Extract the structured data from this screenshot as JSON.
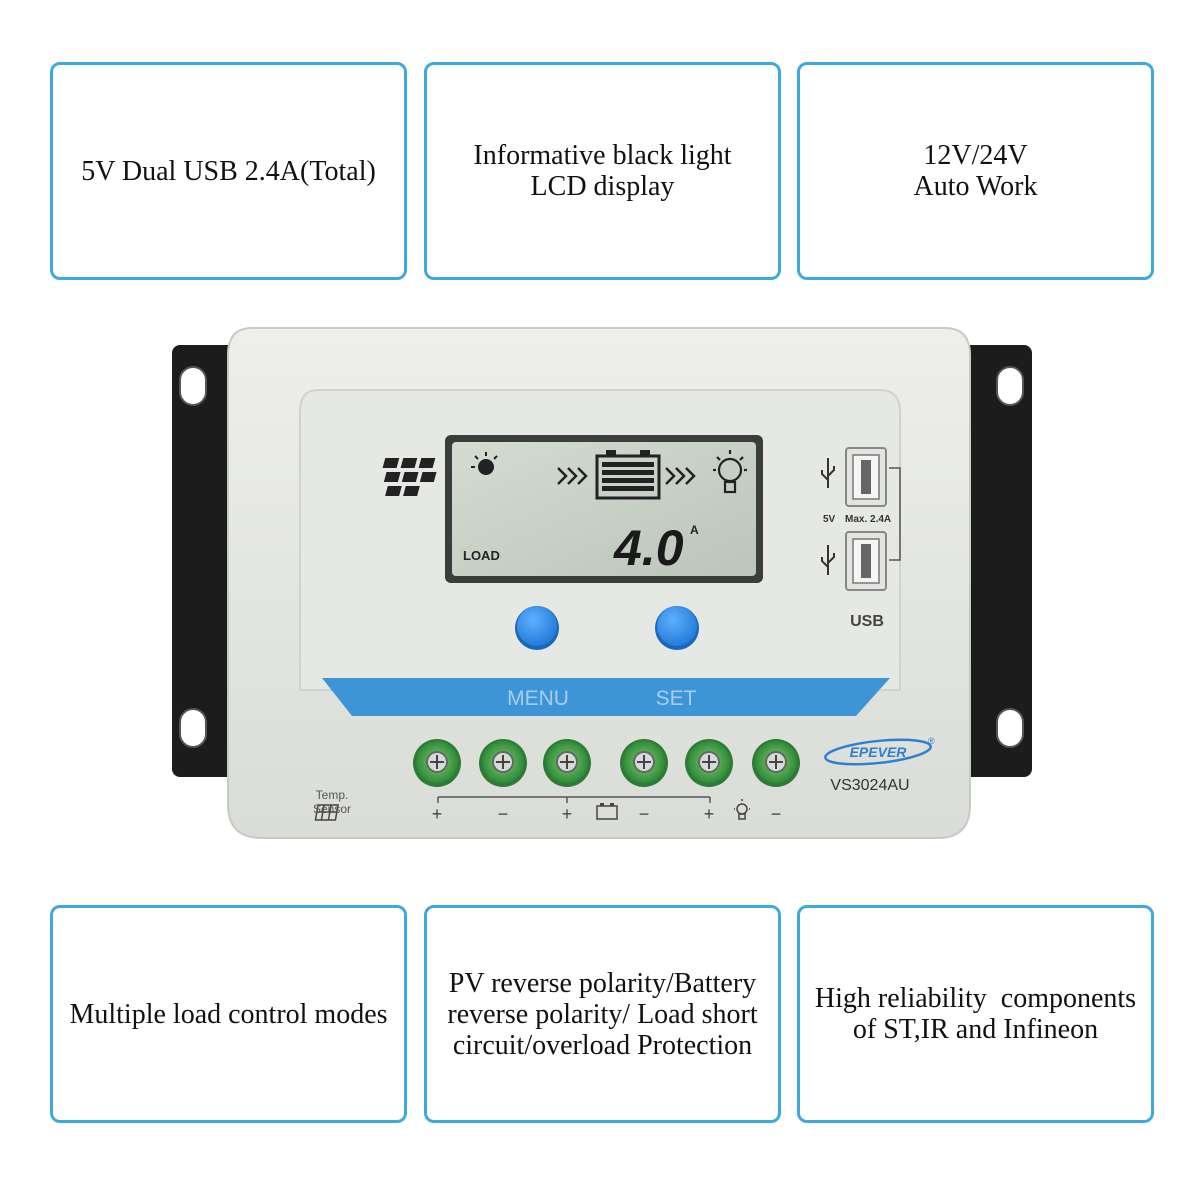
{
  "features": {
    "usb": [
      "5V Dual USB 2.4A(Total)"
    ],
    "lcd": [
      "Informative black light",
      "LCD display"
    ],
    "voltage": [
      "12V/24V",
      "Auto Work"
    ],
    "load_modes": [
      "Multiple load control modes"
    ],
    "protection": [
      "PV reverse polarity/Battery",
      "reverse polarity/ Load short",
      "circuit/overload Protection"
    ],
    "components": [
      "High reliability  components",
      "of ST,IR and Infineon"
    ]
  },
  "device": {
    "lcd_mode": "LOAD",
    "lcd_value": "4.0",
    "lcd_unit": "A",
    "menu_label": "MENU",
    "set_label": "SET",
    "usb_voltage": "5V",
    "usb_max": "Max. 2.4A",
    "usb_label": "USB",
    "brand": "EPEVER",
    "model": "VS3024AU",
    "temp_sensor": [
      "Temp.",
      "Sensor"
    ],
    "terminal_signs": [
      "+",
      "−",
      "+",
      "−",
      "+",
      "−"
    ]
  },
  "colors": {
    "accent": "#3fa9df",
    "lcd_bg": "#c7d0c4",
    "band": "#3d95d8",
    "button": "#2e8ee8",
    "terminal": "#4caf4a"
  }
}
